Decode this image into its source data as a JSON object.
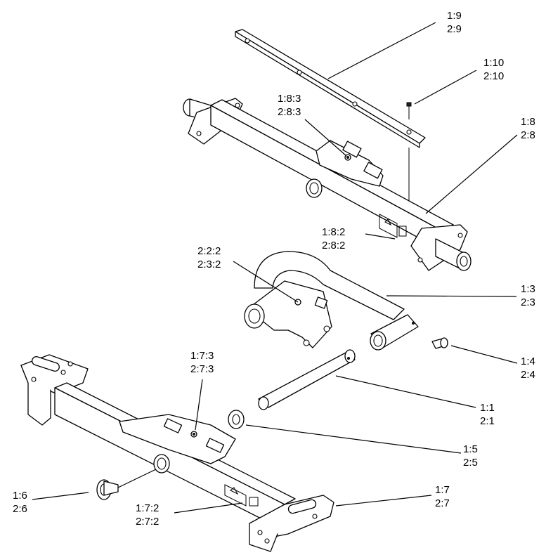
{
  "callouts": [
    {
      "id": "p9",
      "lines": [
        "1:9",
        "2:9"
      ]
    },
    {
      "id": "p10",
      "lines": [
        "1:10",
        "2:10"
      ]
    },
    {
      "id": "p8",
      "lines": [
        "1:8",
        "2:8"
      ]
    },
    {
      "id": "p83",
      "lines": [
        "1:8:3",
        "2:8:3"
      ]
    },
    {
      "id": "p82",
      "lines": [
        "1:8:2",
        "2:8:2"
      ]
    },
    {
      "id": "p22",
      "lines": [
        "2:2:2",
        "2:3:2"
      ]
    },
    {
      "id": "p3",
      "lines": [
        "1:3",
        "2:3"
      ]
    },
    {
      "id": "p4",
      "lines": [
        "1:4",
        "2:4"
      ]
    },
    {
      "id": "p73",
      "lines": [
        "1:7:3",
        "2:7:3"
      ]
    },
    {
      "id": "p1",
      "lines": [
        "1:1",
        "2:1"
      ]
    },
    {
      "id": "p5",
      "lines": [
        "1:5",
        "2:5"
      ]
    },
    {
      "id": "p6",
      "lines": [
        "1:6",
        "2:6"
      ]
    },
    {
      "id": "p72",
      "lines": [
        "1:7:2",
        "2:7:2"
      ]
    },
    {
      "id": "p7",
      "lines": [
        "1:7",
        "2:7"
      ]
    }
  ]
}
